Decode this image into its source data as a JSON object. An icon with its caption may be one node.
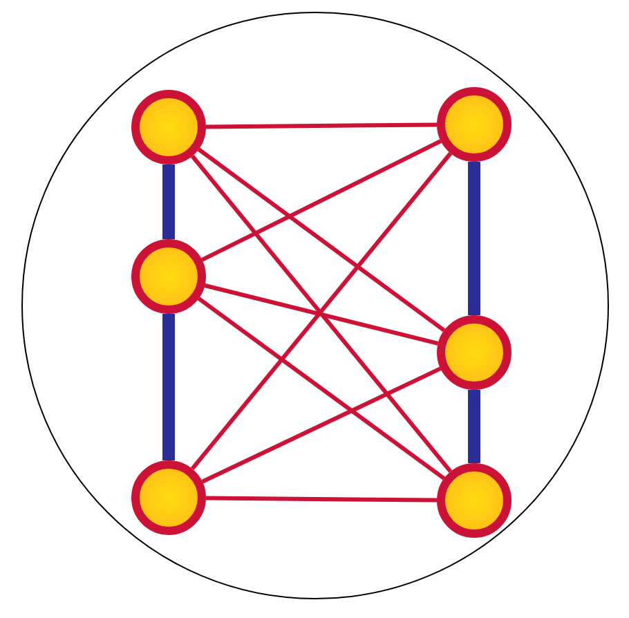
{
  "diagram": {
    "nodes": [
      {
        "text": [],
        "shape": "circle"
      },
      {
        "text": [],
        "shape": "circle",
        "in": 0
      },
      {
        "text": [],
        "shape": "circle",
        "in": 0
      },
      {
        "text": [],
        "shape": "circle",
        "in": 0
      },
      {
        "text": [],
        "shape": "circle",
        "in": 0
      },
      {
        "text": [],
        "shape": "circle",
        "in": 0
      },
      {
        "text": [],
        "shape": "circle",
        "in": 0
      }
    ],
    "edges": [
      {
        "from": 1,
        "to": 3,
        "arrow": "none",
        "style": "thick",
        "color": "#2a2e96"
      },
      {
        "from": 3,
        "to": 5,
        "arrow": "none",
        "style": "thick",
        "color": "#2a2e96"
      },
      {
        "from": 2,
        "to": 4,
        "arrow": "none",
        "style": "thick",
        "color": "#2a2e96"
      },
      {
        "from": 4,
        "to": 6,
        "arrow": "none",
        "style": "thick",
        "color": "#2a2e96"
      },
      {
        "from": 1,
        "to": 2,
        "arrow": "none"
      },
      {
        "from": 1,
        "to": 4,
        "arrow": "none"
      },
      {
        "from": 1,
        "to": 6,
        "arrow": "none"
      },
      {
        "from": 3,
        "to": 2,
        "arrow": "none"
      },
      {
        "from": 3,
        "to": 4,
        "arrow": "none"
      },
      {
        "from": 3,
        "to": 6,
        "arrow": "none"
      },
      {
        "from": 5,
        "to": 2,
        "arrow": "none"
      },
      {
        "from": 5,
        "to": 4,
        "arrow": "none"
      },
      {
        "from": 5,
        "to": 6,
        "arrow": "none"
      }
    ]
  }
}
